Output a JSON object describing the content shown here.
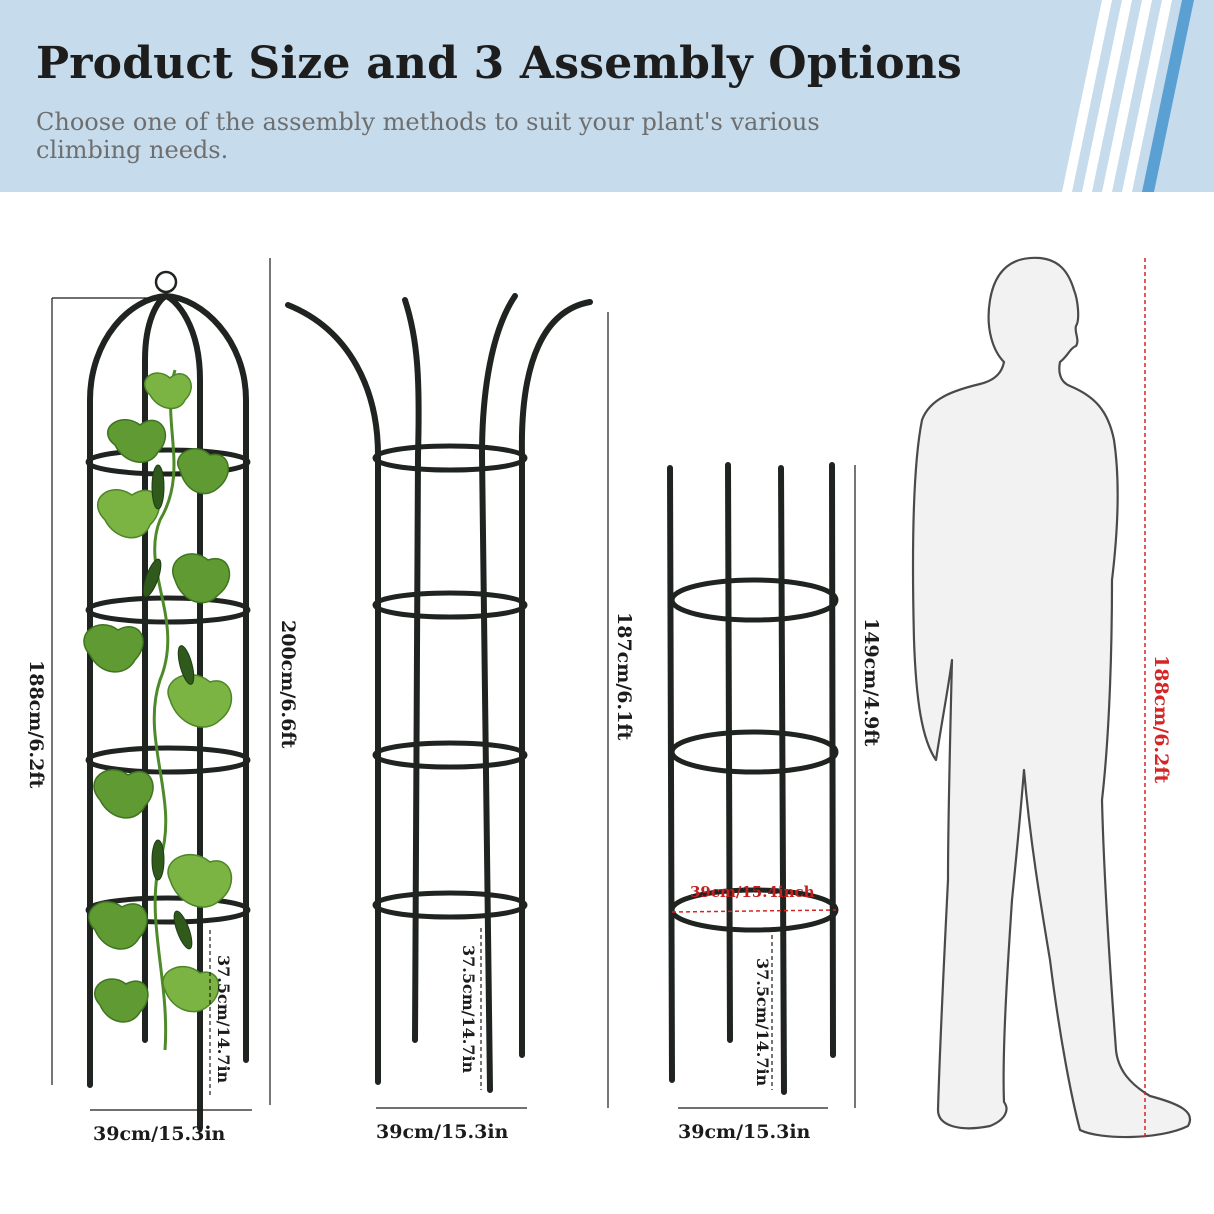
{
  "header": {
    "title": "Product Size and 3 Assembly Options",
    "subtitle": "Choose one of the assembly methods to suit your plant's various climbing needs.",
    "banner_color": "#c6dcec",
    "stripe_color": "#5aa0d2"
  },
  "option_1": {
    "height_total": "200cm/6.6ft",
    "height_frame": "188cm/6.2ft",
    "spacing": "37.5cm/14.7in",
    "width": "39cm/15.3in"
  },
  "option_2": {
    "height": "187cm/6.1ft",
    "spacing": "37.5cm/14.7in",
    "width": "39cm/15.3in"
  },
  "option_3": {
    "height": "149cm/4.9ft",
    "diameter": "39cm/15.4inch",
    "spacing": "37.5cm/14.7in",
    "width": "39cm/15.3in"
  },
  "person": {
    "height": "188cm/6.2ft",
    "dimension_color": "#d62525"
  }
}
